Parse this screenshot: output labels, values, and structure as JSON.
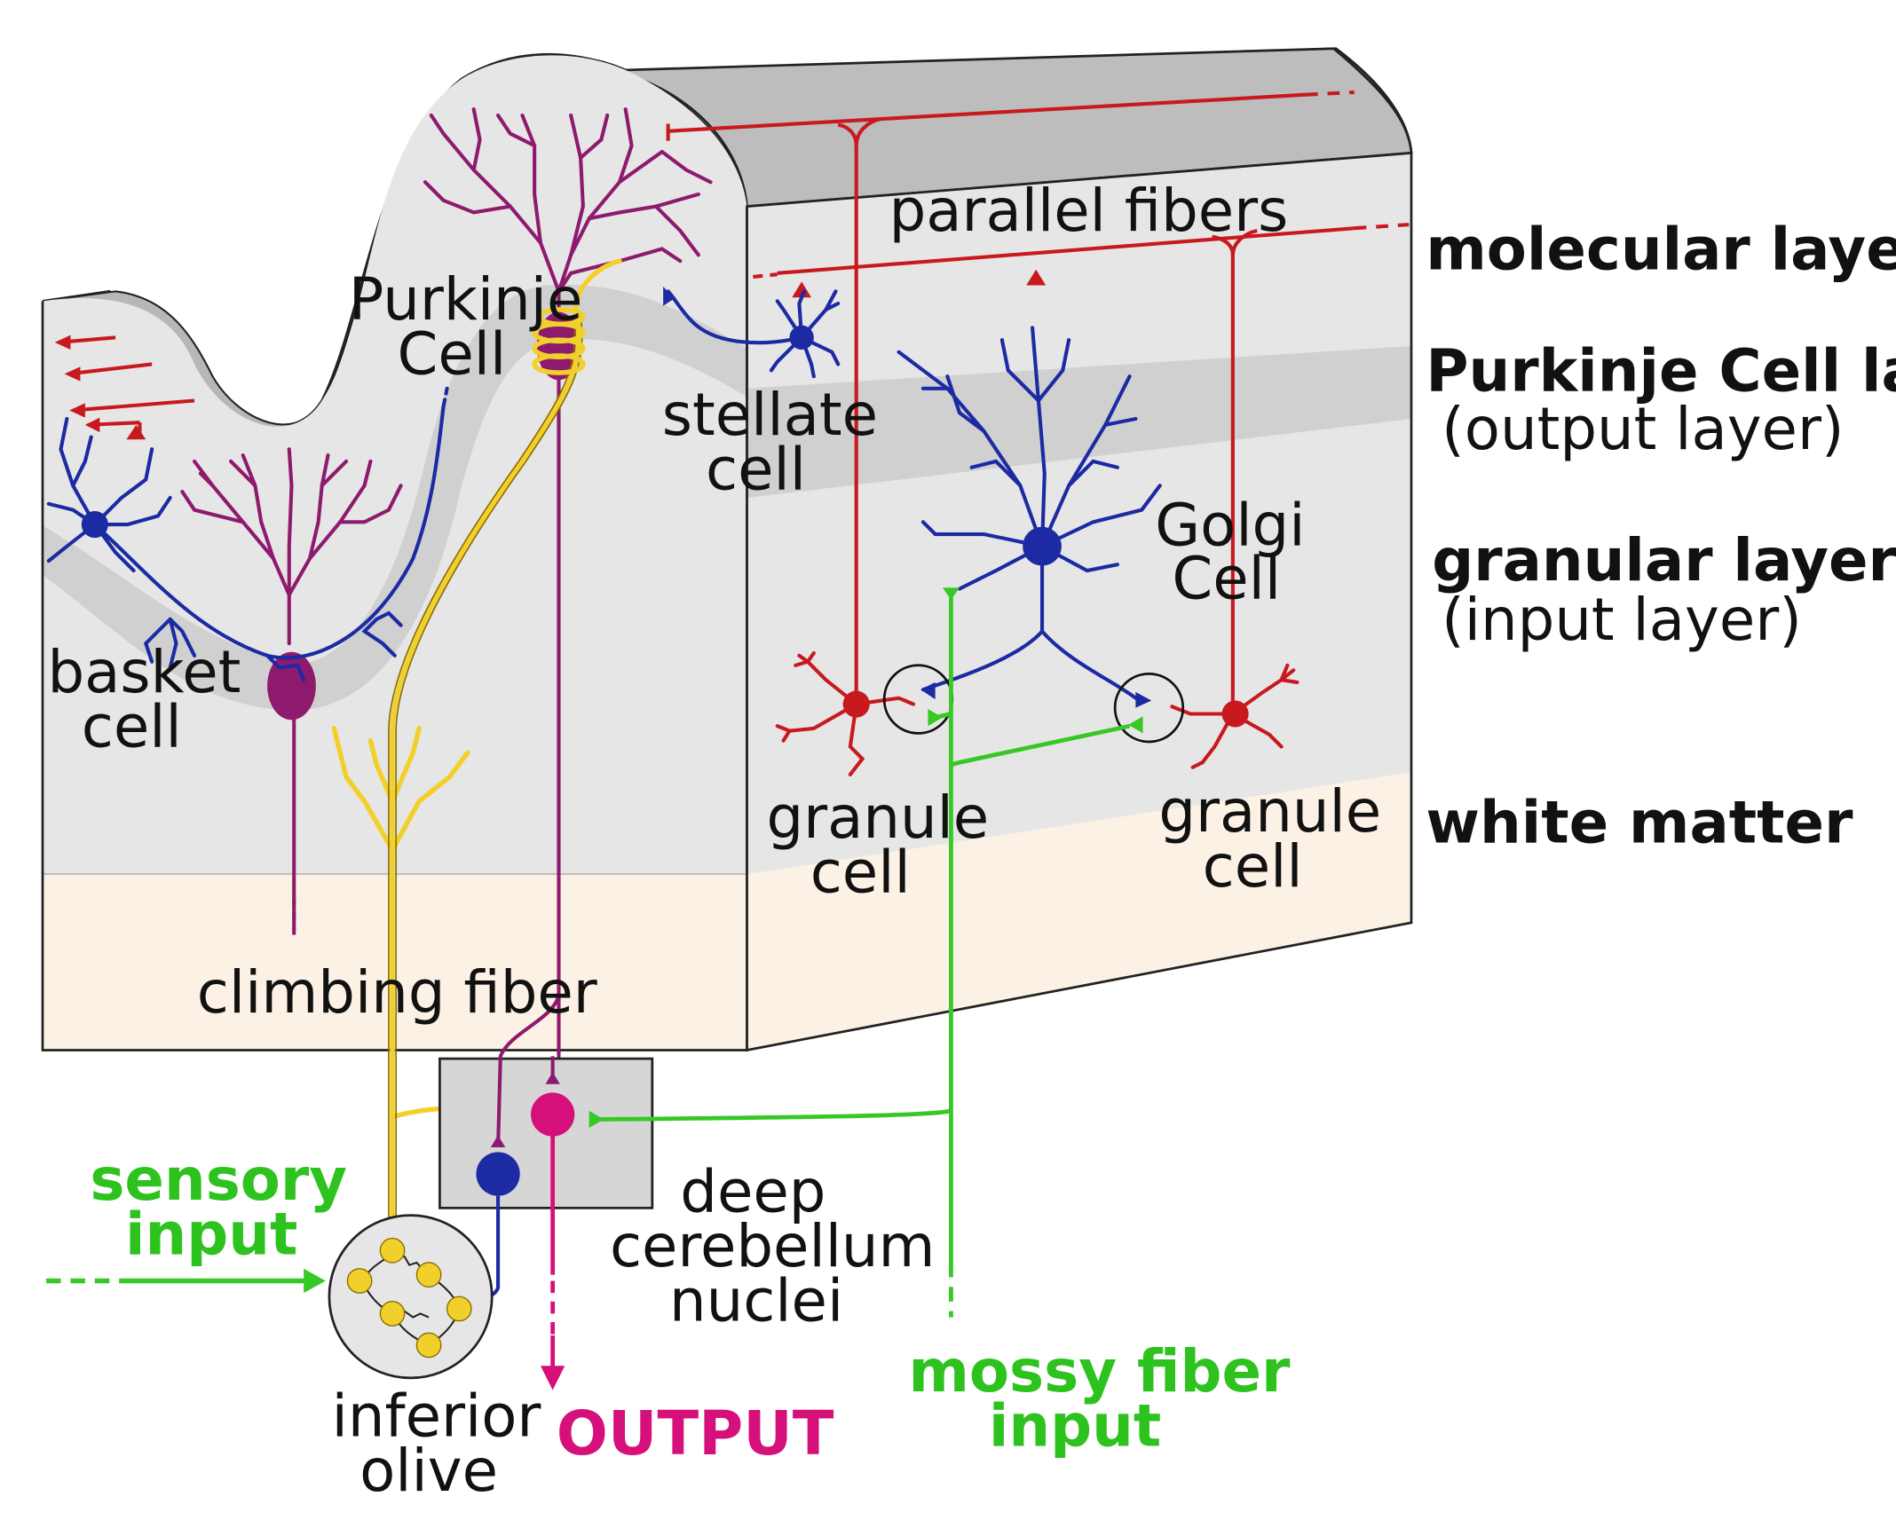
{
  "labels": {
    "parallel_fibers": "parallel fibers",
    "purkinje_cell_1": "Purkinje",
    "purkinje_cell_2": "Cell",
    "stellate_cell_1": "stellate",
    "stellate_cell_2": "cell",
    "basket_cell_1": "basket",
    "basket_cell_2": "cell",
    "golgi_cell_1": "Golgi",
    "golgi_cell_2": "Cell",
    "granule_cell_left_1": "granule",
    "granule_cell_left_2": "cell",
    "granule_cell_right_1": "granule",
    "granule_cell_right_2": "cell",
    "climbing_fiber": "climbing fiber",
    "deep_nuclei_1": "deep",
    "deep_nuclei_2": "cerebellum",
    "deep_nuclei_3": "nuclei",
    "inferior_olive_1": "inferior",
    "inferior_olive_2": "olive",
    "sensory_input_1": "sensory",
    "sensory_input_2": "input",
    "output": "OUTPUT",
    "mossy_fiber_1": "mossy fiber",
    "mossy_fiber_2": "input"
  },
  "layers": {
    "molecular": "molecular layer",
    "purkinje": "Purkinje Cell layer",
    "purkinje_sub": "(output layer)",
    "granular": "granular layer",
    "granular_sub": "(input layer)",
    "white_matter": "white matter"
  },
  "colors": {
    "purkinje": "#8e1a6e",
    "basket_stellate_golgi": "#1c2aa3",
    "parallel_granule": "#c8191e",
    "climbing": "#f2d02b",
    "mossy": "#36c824",
    "output": "#d6107a",
    "block_top": "#c2c2c2",
    "block_face": "#e6e6e6",
    "purkinje_band": "#d0d0d0",
    "white_matter": "#fbf1e4"
  }
}
